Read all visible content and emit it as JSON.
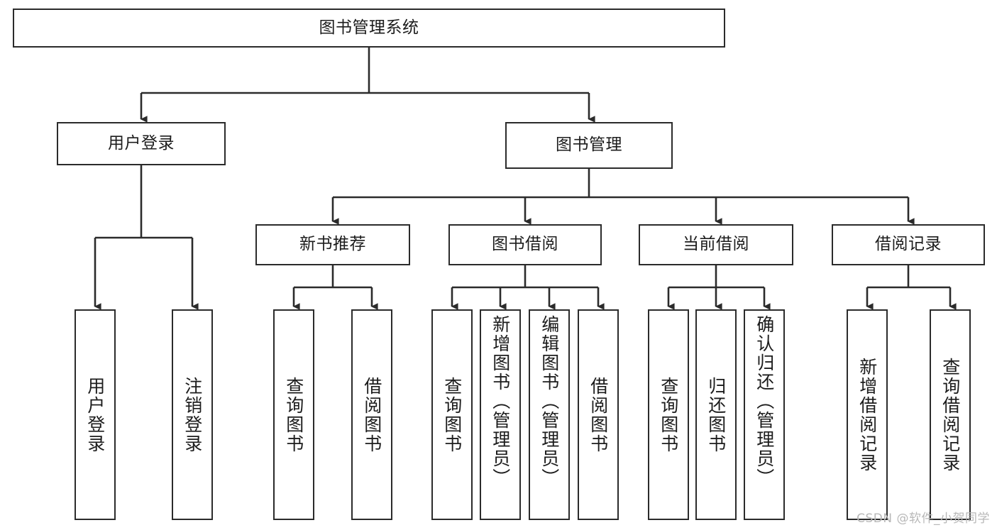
{
  "diagram": {
    "type": "hierarchy-tree",
    "title": "图书管理系统",
    "watermark": "CSDN @软件_小贺同学",
    "colors": {
      "stroke": "#2b2b2b",
      "background": "#ffffff",
      "text": "#1c1c1c",
      "watermark": "#b8b8b8"
    },
    "nodes": {
      "root": {
        "label": "图书管理系统"
      },
      "level1": [
        {
          "label": "用户登录"
        },
        {
          "label": "图书管理"
        }
      ],
      "level2": [
        {
          "label": "新书推荐"
        },
        {
          "label": "图书借阅"
        },
        {
          "label": "当前借阅"
        },
        {
          "label": "借阅记录"
        }
      ],
      "leaves": {
        "user_login": [
          {
            "label": "用户登录"
          },
          {
            "label": "注销登录"
          }
        ],
        "new_book": [
          {
            "label": "查询图书"
          },
          {
            "label": "借阅图书"
          }
        ],
        "book_borrow": [
          {
            "label": "查询图书"
          },
          {
            "label": "新增图书（管理员）"
          },
          {
            "label": "编辑图书（管理员）"
          },
          {
            "label": "借阅图书"
          }
        ],
        "current_borrow": [
          {
            "label": "查询图书"
          },
          {
            "label": "归还图书"
          },
          {
            "label": "确认归还（管理员）"
          }
        ],
        "borrow_record": [
          {
            "label": "新增借阅记录"
          },
          {
            "label": "查询借阅记录"
          }
        ]
      }
    }
  }
}
